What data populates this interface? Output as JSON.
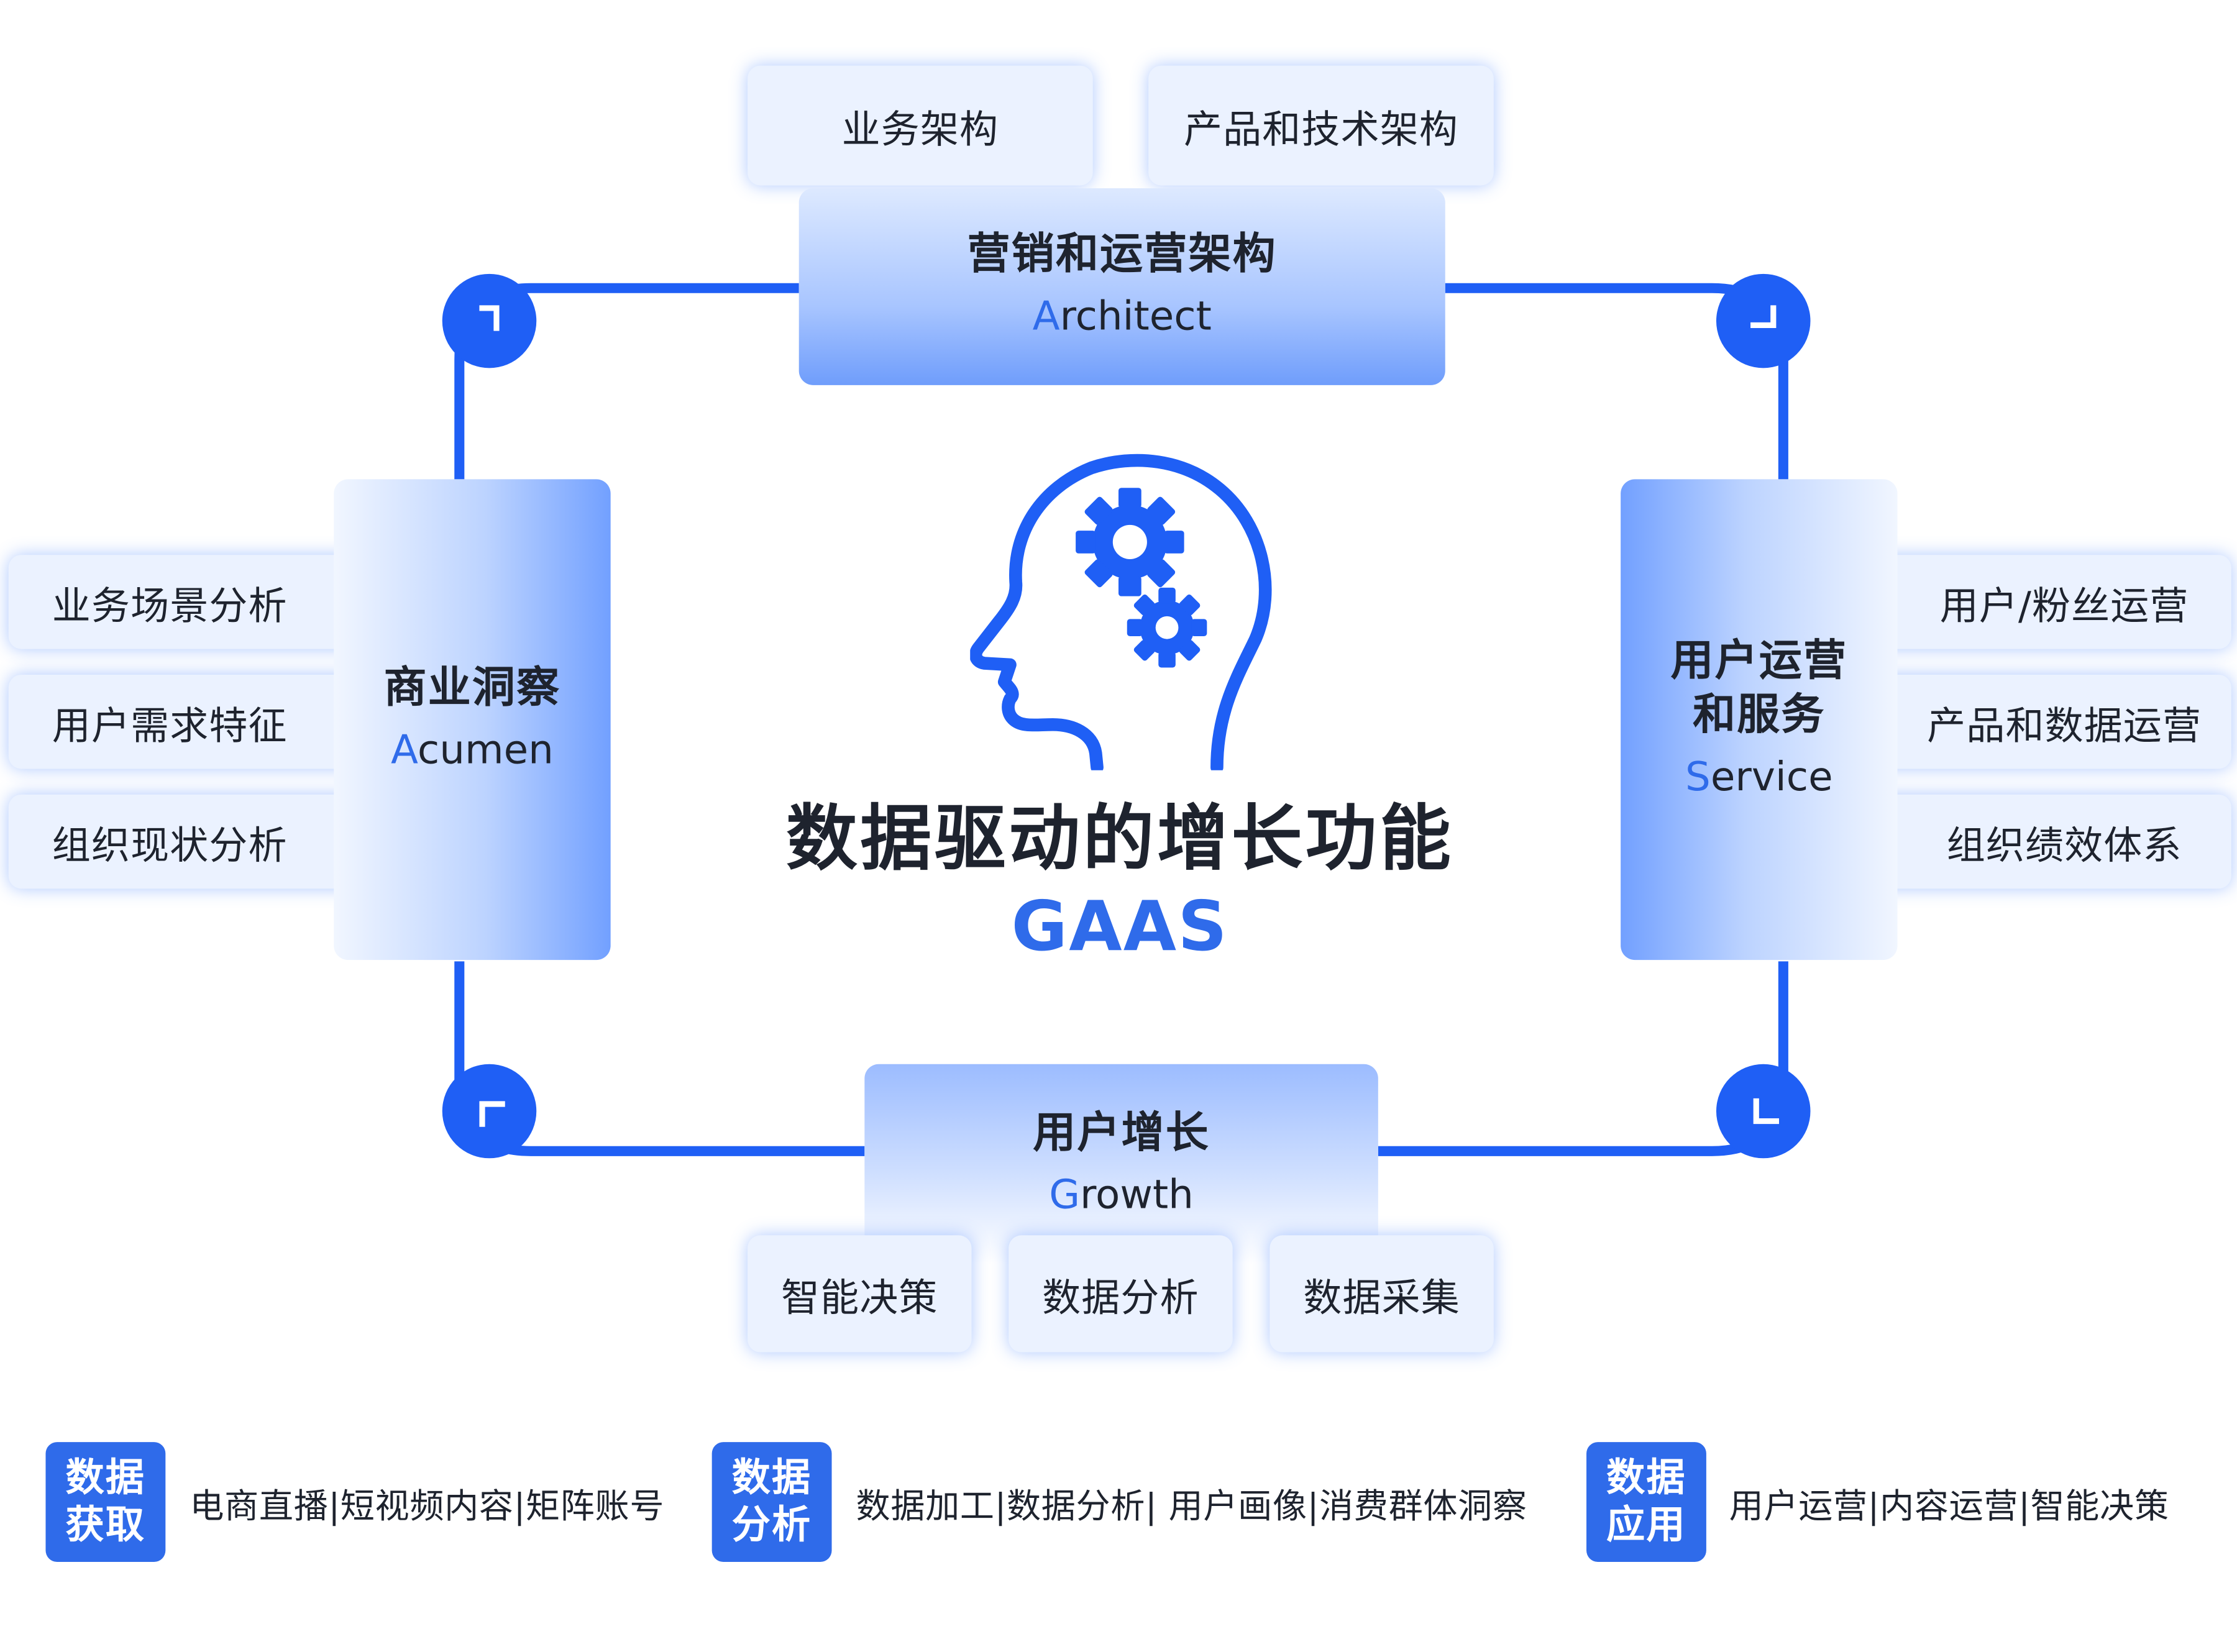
{
  "colors": {
    "accent": "#2f6bea",
    "corner": "#1f5ff5",
    "tag_bg": "#ebf2ff",
    "text": "#1e232e"
  },
  "top": {
    "tags": [
      "业务架构",
      "产品和技术架构"
    ],
    "panel": {
      "cn": "营销和运营架构",
      "en_first": "A",
      "en_rest": "rchitect"
    }
  },
  "left": {
    "tags": [
      "业务场景分析",
      "用户需求特征",
      "组织现状分析"
    ],
    "panel": {
      "cn": "商业洞察",
      "en_first": "A",
      "en_rest": "cumen"
    }
  },
  "right": {
    "tags": [
      "用户/粉丝运营",
      "产品和数据运营",
      "组织绩效体系"
    ],
    "panel": {
      "cn_line1": "用户运营",
      "cn_line2": "和服务",
      "en_first": "S",
      "en_rest": "ervice"
    }
  },
  "bottom": {
    "tags": [
      "智能决策",
      "数据分析",
      "数据采集"
    ],
    "panel": {
      "cn": "用户增长",
      "en_first": "G",
      "en_rest": "rowth"
    }
  },
  "center": {
    "title": "数据驱动的增长功能",
    "subtitle": "GAAS",
    "icon": "head-gears-icon"
  },
  "legend": [
    {
      "badge_line1": "数据",
      "badge_line2": "获取",
      "text": "电商直播|短视频内容|矩阵账号"
    },
    {
      "badge_line1": "数据",
      "badge_line2": "分析",
      "text": "数据加工|数据分析| 用户画像|消费群体洞察"
    },
    {
      "badge_line1": "数据",
      "badge_line2": "应用",
      "text": "用户运营|内容运营|智能决策"
    }
  ]
}
